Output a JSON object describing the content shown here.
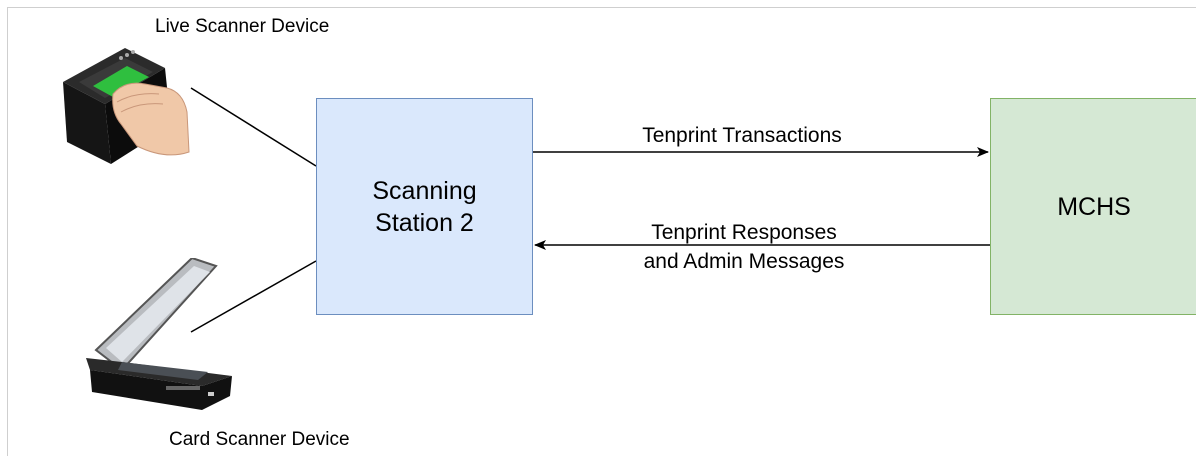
{
  "nodes": {
    "station_line1": "Scanning",
    "station_line2": "Station 2",
    "mchs": "MCHS"
  },
  "devices": {
    "live_scanner": "Live Scanner Device",
    "card_scanner": "Card Scanner Device"
  },
  "edges": {
    "tx": "Tenprint Transactions",
    "resp_line1": "Tenprint Responses",
    "resp_line2": "and Admin Messages"
  },
  "colors": {
    "station_fill": "#dae8fc",
    "station_stroke": "#6c8ebf",
    "mchs_fill": "#d5e8d4",
    "mchs_stroke": "#82b366"
  }
}
